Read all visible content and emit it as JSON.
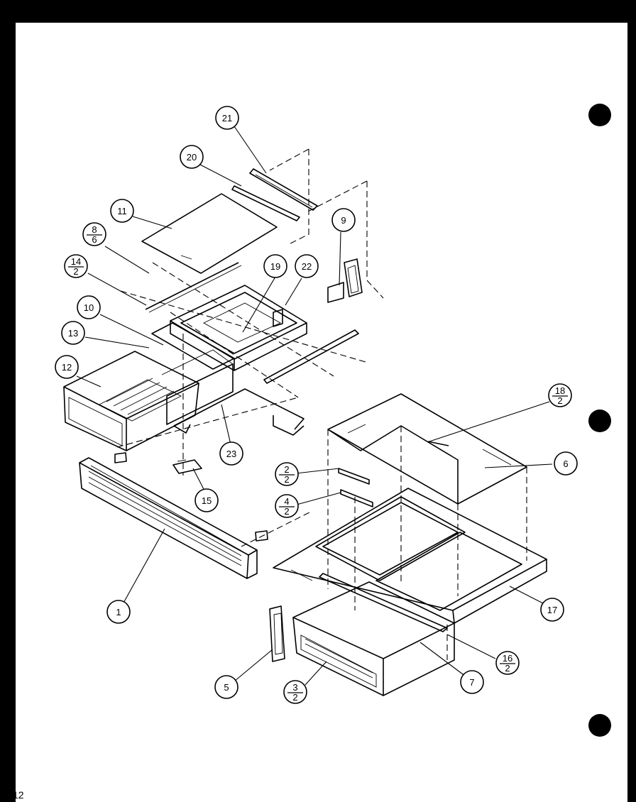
{
  "page": {
    "number": "12"
  },
  "callouts": [
    {
      "id": "1",
      "label": "1"
    },
    {
      "id": "5",
      "label": "5"
    },
    {
      "id": "6",
      "label": "6"
    },
    {
      "id": "7",
      "label": "7"
    },
    {
      "id": "9",
      "label": "9"
    },
    {
      "id": "10",
      "label": "10"
    },
    {
      "id": "11",
      "label": "11"
    },
    {
      "id": "12",
      "label": "12"
    },
    {
      "id": "13",
      "label": "13"
    },
    {
      "id": "15",
      "label": "15"
    },
    {
      "id": "17",
      "label": "17"
    },
    {
      "id": "19",
      "label": "19"
    },
    {
      "id": "20",
      "label": "20"
    },
    {
      "id": "21",
      "label": "21"
    },
    {
      "id": "22",
      "label": "22"
    },
    {
      "id": "23",
      "label": "23"
    },
    {
      "id": "2-2",
      "numerator": "2",
      "denominator": "2"
    },
    {
      "id": "3-2",
      "numerator": "3",
      "denominator": "2"
    },
    {
      "id": "4-2",
      "numerator": "4",
      "denominator": "2"
    },
    {
      "id": "8-6",
      "numerator": "8",
      "denominator": "6"
    },
    {
      "id": "14-2",
      "numerator": "14",
      "denominator": "2"
    },
    {
      "id": "16-2",
      "numerator": "16",
      "denominator": "2"
    },
    {
      "id": "18-2",
      "numerator": "18",
      "denominator": "2"
    }
  ]
}
